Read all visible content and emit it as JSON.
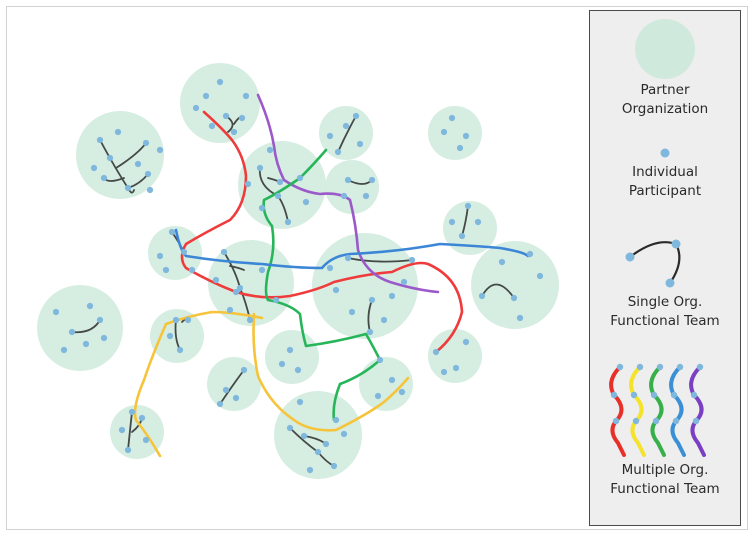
{
  "legend": {
    "partner_organization": {
      "line1": "Partner",
      "line2": "Organization"
    },
    "individual_participant": {
      "line1": "Individual",
      "line2": "Participant"
    },
    "single_org_team": {
      "line1": "Single Org.",
      "line2": "Functional Team"
    },
    "multiple_org_team": {
      "line1": "Multiple Org.",
      "line2": "Functional Team"
    }
  },
  "colors": {
    "organization": "#cfeadd",
    "participant": "#7fb7dd",
    "single_team": "#2b2b2b",
    "red": "#ef3b3b",
    "purple": "#9b59c9",
    "green": "#27b55a",
    "blue": "#3b86d6",
    "yellow": "#f6c43a",
    "multi_legend_colors": [
      "#e8302b",
      "#f5e22b",
      "#37b04a",
      "#3a8fd6",
      "#7b3fc4"
    ]
  }
}
